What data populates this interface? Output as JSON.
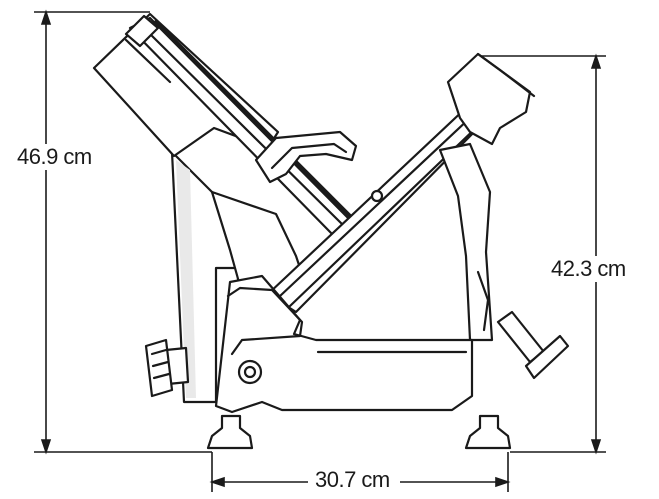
{
  "dimensions": {
    "overall_height": "46.9 cm",
    "side_height": "42.3 cm",
    "base_width": "30.7 cm"
  },
  "colors": {
    "stroke": "#1a1a1a",
    "fill": "#ffffff",
    "shade": "#e9e9e9"
  }
}
